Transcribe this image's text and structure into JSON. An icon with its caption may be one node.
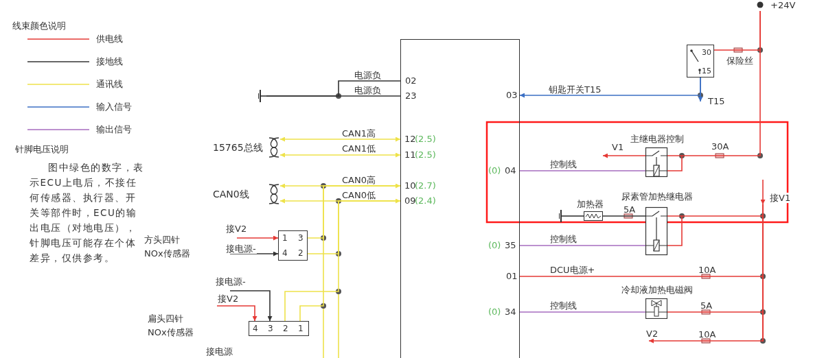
{
  "diagram": {
    "nodes": [
      {
        "text": [],
        "shape": "box"
      },
      {
        "text": [],
        "shape": "ground"
      },
      {
        "text": [
          "15765总线"
        ]
      },
      {
        "text": [
          "CAN0线"
        ]
      },
      {
        "text": [
          "1",
          "3",
          "4",
          "2"
        ]
      },
      {
        "text": [
          "4",
          "3",
          "2",
          "1"
        ]
      },
      {
        "text": [
          "30",
          "15"
        ]
      },
      {
        "text": [
          "主继电器控制"
        ]
      },
      {
        "text": [
          "加热器"
        ]
      },
      {
        "text": [
          "尿素管加热继电器"
        ]
      },
      {
        "text": [
          "冷却液加热电磁阀"
        ]
      },
      {
        "text": [],
        "shape": "ground"
      },
      {
        "text": [
          "+24V"
        ]
      },
      {
        "text": [],
        "shape": "bar"
      }
    ],
    "edges": [
      {
        "from": 1,
        "to": 0,
        "arrow": "none",
        "label": "电源负",
        "color": "#333333"
      },
      {
        "from": 1,
        "to": 0,
        "arrow": "none",
        "label": "电源负",
        "color": "#333333"
      },
      {
        "from": 2,
        "to": 0,
        "arrow": "both",
        "label": "CAN1高",
        "color": "#eee24a"
      },
      {
        "from": 2,
        "to": 0,
        "arrow": "both",
        "label": "CAN1低",
        "color": "#eee24a"
      },
      {
        "from": 3,
        "to": 0,
        "arrow": "both",
        "label": "CAN0高",
        "color": "#eee24a"
      },
      {
        "from": 3,
        "to": 0,
        "arrow": "both",
        "label": "CAN0低",
        "color": "#eee24a"
      },
      {
        "from": 4,
        "to": 0,
        "arrow": "none",
        "color": "#eee24a"
      },
      {
        "from": 4,
        "to": 0,
        "arrow": "none",
        "color": "#eee24a"
      },
      {
        "from": 5,
        "to": 0,
        "arrow": "none",
        "color": "#eee24a"
      },
      {
        "from": 5,
        "to": 0,
        "arrow": "none",
        "color": "#eee24a"
      },
      {
        "from": null,
        "to": 4,
        "arrow": "to",
        "label": "接V2",
        "color": "#e53935"
      },
      {
        "from": null,
        "to": 4,
        "arrow": "to",
        "label": "接电源-",
        "color": "#333333"
      },
      {
        "from": null,
        "to": 5,
        "arrow": "to",
        "label": "接电源-",
        "color": "#333333"
      },
      {
        "from": null,
        "to": 5,
        "arrow": "to",
        "label": "接V2",
        "color": "#e53935"
      },
      {
        "from": 12,
        "to": 6,
        "arrow": "none",
        "color": "#e53935"
      },
      {
        "from": 6,
        "to": 0,
        "arrow": "to",
        "label": "钥匙开关T15",
        "color": "#3b6fc4"
      },
      {
        "from": 6,
        "to": null,
        "arrow": "to",
        "label": "T15",
        "color": "#3b6fc4"
      },
      {
        "from": 12,
        "to": 7,
        "arrow": "none",
        "color": "#e53935"
      },
      {
        "from": 7,
        "to": null,
        "arrow": "to",
        "label": "V1",
        "color": "#e53935"
      },
      {
        "from": 0,
        "to": 7,
        "arrow": "none",
        "label": "控制线",
        "color": "#a66bbf"
      },
      {
        "from": null,
        "to": 13,
        "arrow": "to",
        "label": "接V1",
        "color": "#e53935"
      },
      {
        "from": 13,
        "to": 9,
        "arrow": "none",
        "color": "#e53935"
      },
      {
        "from": 8,
        "to": 9,
        "arrow": "none",
        "color": "#333333"
      },
      {
        "from": 11,
        "to": 8,
        "arrow": "none",
        "color": "#333333"
      },
      {
        "from": 0,
        "to": 9,
        "arrow": "none",
        "label": "控制线",
        "color": "#a66bbf"
      },
      {
        "from": 13,
        "to": 0,
        "arrow": "none",
        "label": "DCU电源+",
        "color": "#e53935"
      },
      {
        "from": 13,
        "to": 10,
        "arrow": "none",
        "color": "#e53935"
      },
      {
        "from": 0,
        "to": 10,
        "arrow": "none",
        "label": "控制线",
        "color": "#a66bbf"
      },
      {
        "from": 13,
        "to": null,
        "arrow": "to",
        "label": "V2",
        "color": "#e53935"
      }
    ],
    "labels": [
      "线束颜色说明",
      "针脚电压说明",
      "图中绿色的数字，表示ECU上电后，不接任何传感器、执行器、开关等部件时，ECU的输出电压（对地电压），针脚电压可能存在个体差异，仅供参考。",
      "02",
      "23",
      "12",
      "(2.5)",
      "11",
      "(2.5)",
      "10",
      "(2.7)",
      "09",
      "(2.4)",
      "03",
      "保险丝",
      "30A",
      "(0)",
      "04",
      "5A",
      "(0)",
      "35",
      "01",
      "10A",
      "(0)",
      "34",
      "5A",
      "10A",
      "方头四针 NOx传感器",
      "扁头四针 NOx传感器",
      "接电源"
    ],
    "legend": [
      {
        "text": "供电线"
      },
      {
        "text": "接地线"
      },
      {
        "text": "通讯线"
      },
      {
        "text": "输入信号"
      },
      {
        "text": "输出信号"
      }
    ]
  }
}
